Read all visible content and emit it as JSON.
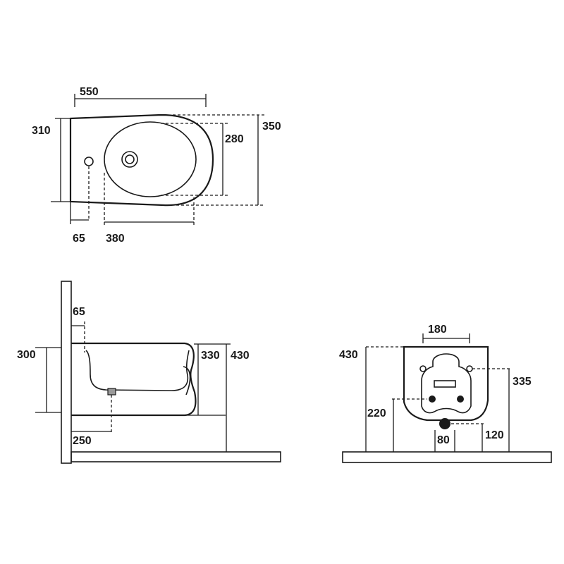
{
  "views": {
    "top": {
      "labels": {
        "width": "550",
        "depth_back": "310",
        "depth_total": "350",
        "bowl_width": "280",
        "tap_offset": "65",
        "bowl_length": "380"
      }
    },
    "side": {
      "labels": {
        "tap_height": "65",
        "height_300": "300",
        "height_330": "330",
        "height_430": "430",
        "waste_offset": "250"
      }
    },
    "rear": {
      "labels": {
        "fixing_spacing": "180",
        "height_430": "430",
        "height_335": "335",
        "height_220": "220",
        "waste_dia": "80",
        "waste_height": "120"
      }
    }
  }
}
